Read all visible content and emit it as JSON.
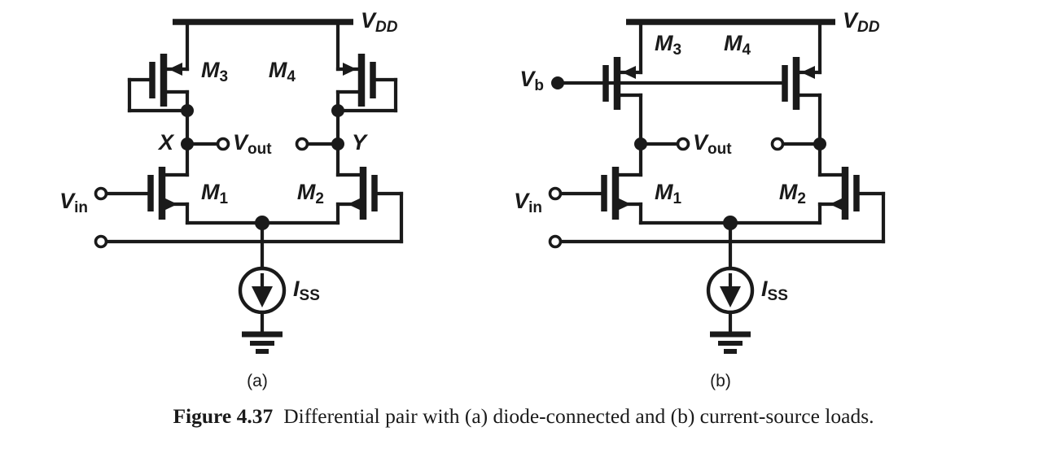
{
  "figure": {
    "label": "Figure 4.37",
    "caption": "Differential pair with (a) diode-connected and (b) current-source loads.",
    "subcaption_a": "(a)",
    "subcaption_b": "(b)",
    "background_color": "#ffffff",
    "ink_color": "#1a1a1a"
  },
  "circuit_a": {
    "title": "Differential pair with diode-connected loads",
    "supply_label": "V",
    "supply_sub": "DD",
    "node_x_label": "X",
    "node_y_label": "Y",
    "output_label": "V",
    "output_sub": "out",
    "input_label": "V",
    "input_sub": "in",
    "tail_current_label": "I",
    "tail_current_sub": "SS",
    "transistors": [
      {
        "name": "M",
        "sub": "3",
        "type": "pmos-diode-connected",
        "role": "left load"
      },
      {
        "name": "M",
        "sub": "4",
        "type": "pmos-diode-connected",
        "role": "right load"
      },
      {
        "name": "M",
        "sub": "1",
        "type": "nmos",
        "role": "left input device"
      },
      {
        "name": "M",
        "sub": "2",
        "type": "nmos",
        "role": "right input device"
      }
    ]
  },
  "circuit_b": {
    "title": "Differential pair with current-source loads",
    "supply_label": "V",
    "supply_sub": "DD",
    "bias_label": "V",
    "bias_sub": "b",
    "output_label": "V",
    "output_sub": "out",
    "input_label": "V",
    "input_sub": "in",
    "tail_current_label": "I",
    "tail_current_sub": "SS",
    "transistors": [
      {
        "name": "M",
        "sub": "3",
        "type": "pmos-current-source",
        "role": "left load"
      },
      {
        "name": "M",
        "sub": "4",
        "type": "pmos-current-source",
        "role": "right load"
      },
      {
        "name": "M",
        "sub": "1",
        "type": "nmos",
        "role": "left input device"
      },
      {
        "name": "M",
        "sub": "2",
        "type": "nmos",
        "role": "right input device"
      }
    ]
  }
}
